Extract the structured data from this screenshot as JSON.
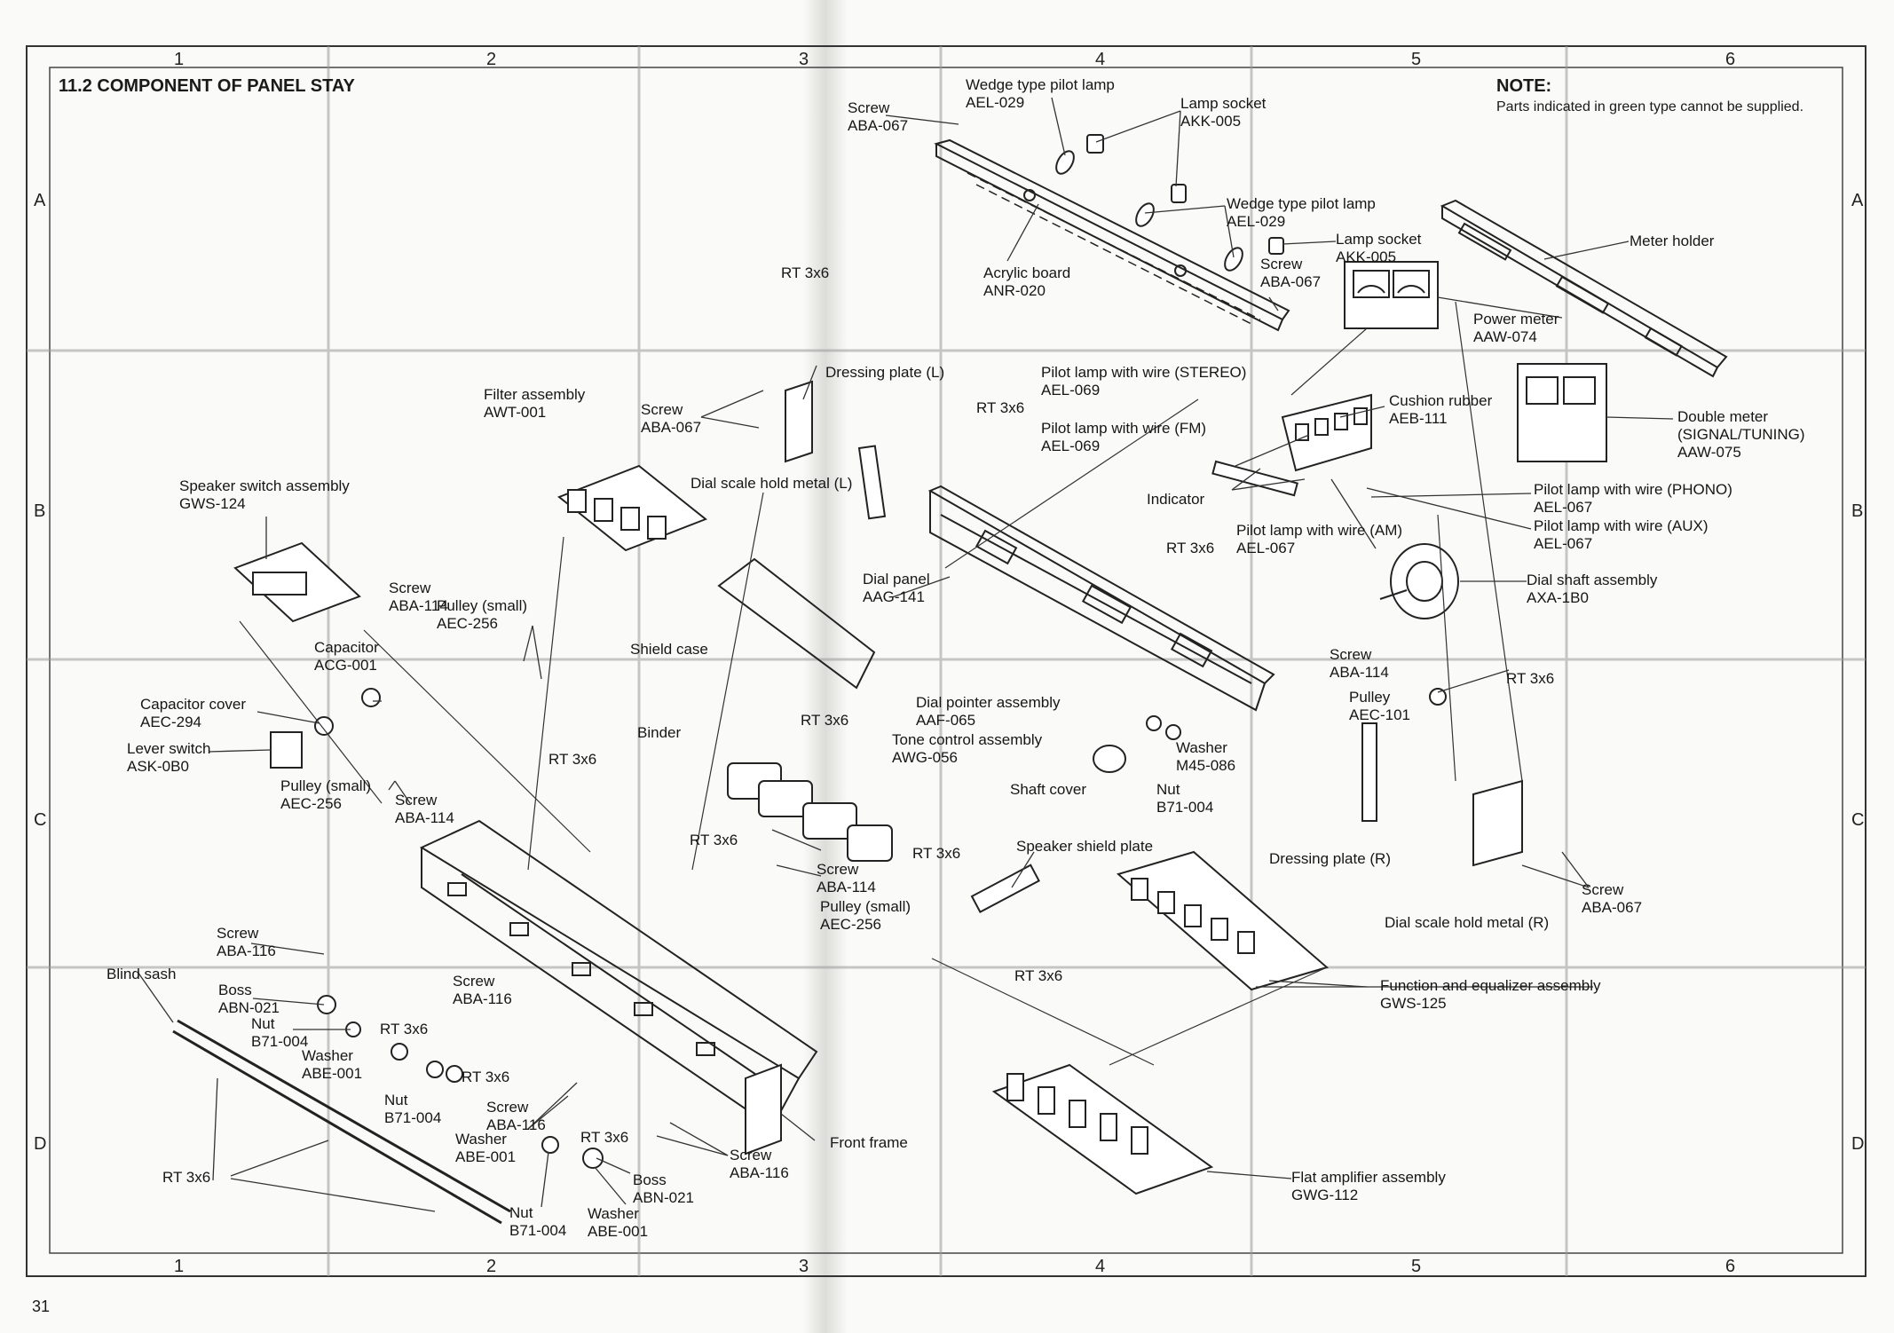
{
  "title": "11.2  COMPONENT OF PANEL STAY",
  "note": {
    "heading": "NOTE:",
    "text": "Parts indicated in green type cannot be supplied."
  },
  "page_number": "31",
  "grid": {
    "columns": [
      "1",
      "2",
      "3",
      "4",
      "5",
      "6"
    ],
    "rows": [
      "A",
      "B",
      "C",
      "D"
    ]
  },
  "labels": [
    {
      "id": "screw-aba067-top",
      "name": "Screw",
      "code": "ABA-067"
    },
    {
      "id": "wedge-lamp-1",
      "name": "Wedge type pilot lamp",
      "code": "AEL-029"
    },
    {
      "id": "lamp-socket-1",
      "name": "Lamp socket",
      "code": "AKK-005"
    },
    {
      "id": "wedge-lamp-2",
      "name": "Wedge type pilot lamp",
      "code": "AEL-029"
    },
    {
      "id": "lamp-socket-2",
      "name": "Lamp socket",
      "code": "AKK-005"
    },
    {
      "id": "screw-aba067-r",
      "name": "Screw",
      "code": "ABA-067"
    },
    {
      "id": "acrylic-board",
      "name": "Acrylic board",
      "code": "ANR-020"
    },
    {
      "id": "meter-holder",
      "name": "Meter holder",
      "code": ""
    },
    {
      "id": "power-meter",
      "name": "Power meter",
      "code": "AAW-074"
    },
    {
      "id": "rt-top",
      "name": "RT 3x6",
      "code": ""
    },
    {
      "id": "dressing-plate-l",
      "name": "Dressing plate (L)",
      "code": ""
    },
    {
      "id": "pilot-stereo",
      "name": "Pilot lamp with wire (STEREO)",
      "code": "AEL-069"
    },
    {
      "id": "cushion-rubber",
      "name": "Cushion rubber",
      "code": "AEB-111"
    },
    {
      "id": "double-meter",
      "name": "Double meter\n(SIGNAL/TUNING)",
      "code": "AAW-075"
    },
    {
      "id": "filter-assembly",
      "name": "Filter assembly",
      "code": "AWT-001"
    },
    {
      "id": "screw-aba067-l",
      "name": "Screw",
      "code": "ABA-067"
    },
    {
      "id": "rt-mid",
      "name": "RT 3x6",
      "code": ""
    },
    {
      "id": "pilot-fm",
      "name": "Pilot lamp with wire (FM)",
      "code": "AEL-069"
    },
    {
      "id": "dial-scale-l",
      "name": "Dial scale hold metal (L)",
      "code": ""
    },
    {
      "id": "indicator",
      "name": "Indicator",
      "code": ""
    },
    {
      "id": "pilot-phono",
      "name": "Pilot lamp with wire (PHONO)",
      "code": "AEL-067"
    },
    {
      "id": "speaker-switch",
      "name": "Speaker switch assembly",
      "code": "GWS-124"
    },
    {
      "id": "pilot-aux",
      "name": "Pilot lamp with wire (AUX)",
      "code": "AEL-067"
    },
    {
      "id": "rt-dial",
      "name": "RT 3x6",
      "code": ""
    },
    {
      "id": "pilot-am",
      "name": "Pilot lamp with wire (AM)",
      "code": "AEL-067"
    },
    {
      "id": "dial-shaft",
      "name": "Dial shaft assembly",
      "code": "AXA-1B0"
    },
    {
      "id": "dial-panel",
      "name": "Dial panel",
      "code": "AAG-141"
    },
    {
      "id": "screw-aba114-1",
      "name": "Screw",
      "code": "ABA-114"
    },
    {
      "id": "pulley-small-1",
      "name": "Pulley (small)",
      "code": "AEC-256"
    },
    {
      "id": "capacitor",
      "name": "Capacitor",
      "code": "ACG-001"
    },
    {
      "id": "shield-case",
      "name": "Shield case",
      "code": ""
    },
    {
      "id": "screw-aba114-2",
      "name": "Screw",
      "code": "ABA-114"
    },
    {
      "id": "pulley-aec101",
      "name": "Pulley",
      "code": "AEC-101"
    },
    {
      "id": "rt-right",
      "name": "RT 3x6",
      "code": ""
    },
    {
      "id": "capacitor-cover",
      "name": "Capacitor cover",
      "code": "AEC-294"
    },
    {
      "id": "dial-pointer",
      "name": "Dial pointer assembly",
      "code": "AAF-065"
    },
    {
      "id": "rt-c3",
      "name": "RT 3x6",
      "code": ""
    },
    {
      "id": "tone-control",
      "name": "Tone control assembly",
      "code": "AWG-056"
    },
    {
      "id": "binder",
      "name": "Binder",
      "code": ""
    },
    {
      "id": "lever-switch",
      "name": "Lever switch",
      "code": "ASK-0B0"
    },
    {
      "id": "rt-binder",
      "name": "RT 3x6",
      "code": ""
    },
    {
      "id": "washer-m45",
      "name": "Washer",
      "code": "M45-086"
    },
    {
      "id": "pulley-small-2",
      "name": "Pulley (small)",
      "code": "AEC-256"
    },
    {
      "id": "screw-aba114-3",
      "name": "Screw",
      "code": "ABA-114"
    },
    {
      "id": "shaft-cover",
      "name": "Shaft cover",
      "code": ""
    },
    {
      "id": "nut-b71-1",
      "name": "Nut",
      "code": "B71-004"
    },
    {
      "id": "rt-tone",
      "name": "RT 3x6",
      "code": ""
    },
    {
      "id": "speaker-shield",
      "name": "Speaker shield plate",
      "code": ""
    },
    {
      "id": "rt-tone-r",
      "name": "RT 3x6",
      "code": ""
    },
    {
      "id": "dressing-plate-r",
      "name": "Dressing plate (R)",
      "code": ""
    },
    {
      "id": "screw-aba114-4",
      "name": "Screw",
      "code": "ABA-114"
    },
    {
      "id": "pulley-small-3",
      "name": "Pulley (small)",
      "code": "AEC-256"
    },
    {
      "id": "screw-aba067-br",
      "name": "Screw",
      "code": "ABA-067"
    },
    {
      "id": "dial-scale-r",
      "name": "Dial scale hold metal (R)",
      "code": ""
    },
    {
      "id": "screw-aba116-1",
      "name": "Screw",
      "code": "ABA-116"
    },
    {
      "id": "blind-sash",
      "name": "Blind sash",
      "code": ""
    },
    {
      "id": "rt-shield",
      "name": "RT 3x6",
      "code": ""
    },
    {
      "id": "boss-1",
      "name": "Boss",
      "code": "ABN-021"
    },
    {
      "id": "screw-aba116-2",
      "name": "Screw",
      "code": "ABA-116"
    },
    {
      "id": "function-eq",
      "name": "Function and equalizer assembly",
      "code": "GWS-125"
    },
    {
      "id": "nut-b71-2",
      "name": "Nut",
      "code": "B71-004"
    },
    {
      "id": "rt-d2",
      "name": "RT 3x6",
      "code": ""
    },
    {
      "id": "washer-abe-1",
      "name": "Washer",
      "code": "ABE-001"
    },
    {
      "id": "rt-d2b",
      "name": "RT 3x6",
      "code": ""
    },
    {
      "id": "nut-b71-3",
      "name": "Nut",
      "code": "B71-004"
    },
    {
      "id": "screw-aba116-3",
      "name": "Screw",
      "code": "ABA-116"
    },
    {
      "id": "washer-abe-2",
      "name": "Washer",
      "code": "ABE-001"
    },
    {
      "id": "rt-d3",
      "name": "RT 3x6",
      "code": ""
    },
    {
      "id": "front-frame",
      "name": "Front frame",
      "code": ""
    },
    {
      "id": "screw-aba116-4",
      "name": "Screw",
      "code": "ABA-116"
    },
    {
      "id": "rt-sash",
      "name": "RT 3x6",
      "code": ""
    },
    {
      "id": "boss-2",
      "name": "Boss",
      "code": "ABN-021"
    },
    {
      "id": "flat-amp",
      "name": "Flat amplifier assembly",
      "code": "GWG-112"
    },
    {
      "id": "nut-b71-4",
      "name": "Nut",
      "code": "B71-004"
    },
    {
      "id": "washer-abe-3",
      "name": "Washer",
      "code": "ABE-001"
    }
  ]
}
